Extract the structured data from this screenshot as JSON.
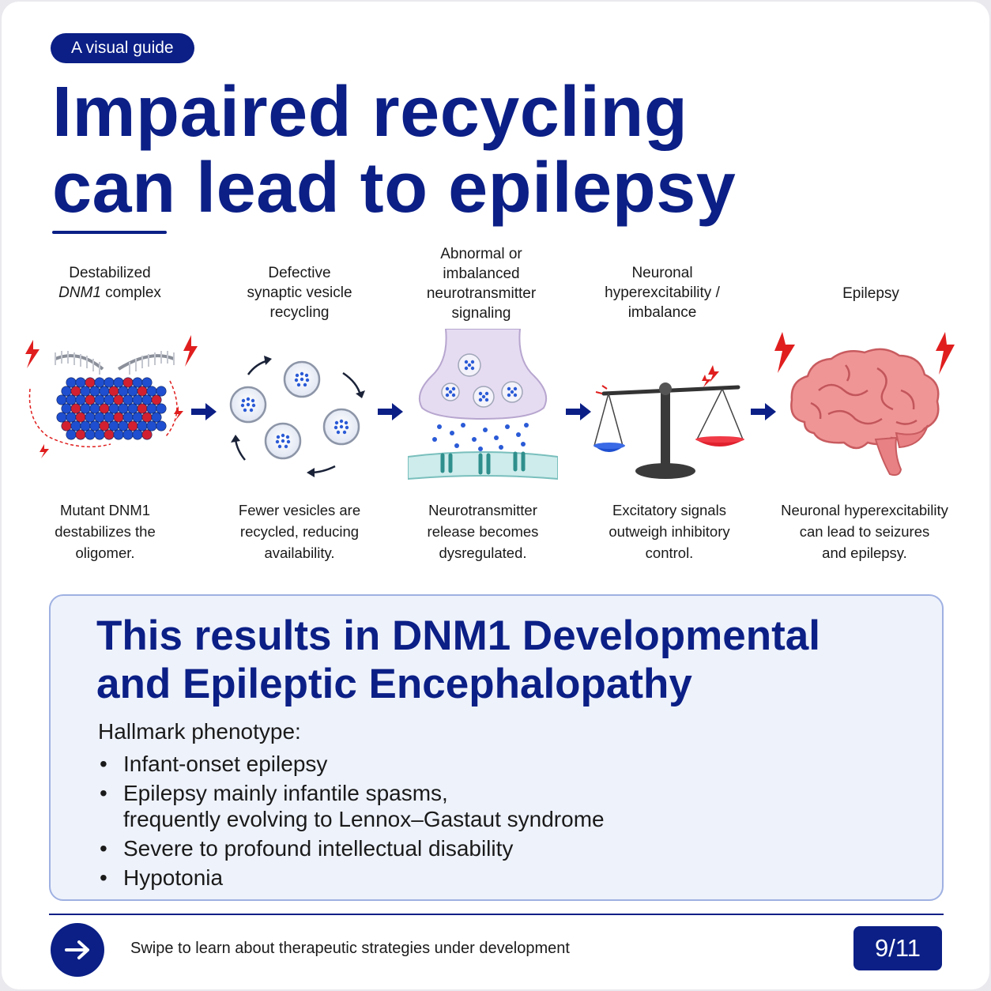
{
  "badge": "A visual guide",
  "title_line1": "Impaired recycling",
  "title_line2": "can lead to epilepsy",
  "steps": [
    {
      "title_lines": [
        "Destabilized",
        "DNM1 complex"
      ],
      "title_italic": "DNM1",
      "desc_lines": [
        "Mutant DNM1",
        "destabilizes the",
        "oligomer."
      ]
    },
    {
      "title_lines": [
        "Defective",
        "synaptic vesicle",
        "recycling"
      ],
      "desc_lines": [
        "Fewer vesicles are",
        "recycled, reducing",
        "availability."
      ]
    },
    {
      "title_lines": [
        "Abnormal or",
        "imbalanced",
        "neurotransmitter",
        "signaling"
      ],
      "desc_lines": [
        "Neurotransmitter",
        "release becomes",
        "dysregulated."
      ]
    },
    {
      "title_lines": [
        "Neuronal",
        "hyperexcitability /",
        "imbalance"
      ],
      "desc_lines": [
        "Excitatory signals",
        "outweigh inhibitory",
        "control."
      ]
    },
    {
      "title_lines": [
        "Epilepsy"
      ],
      "desc_lines": [
        "Neuronal hyperexcitability",
        "can lead to seizures",
        "and epilepsy."
      ]
    }
  ],
  "result": {
    "title_line1": "This results in DNM1 Developmental",
    "title_line2": "and Epileptic Encephalopathy",
    "hallmark_label": "Hallmark phenotype:",
    "bullets": [
      {
        "lines": [
          "Infant-onset epilepsy"
        ]
      },
      {
        "lines": [
          "Epilepsy mainly infantile spasms,",
          "frequently evolving to Lennox–Gastaut syndrome"
        ]
      },
      {
        "lines": [
          "Severe to profound intellectual disability"
        ]
      },
      {
        "lines": [
          "Hypotonia"
        ]
      }
    ]
  },
  "footer": {
    "text": "Swipe to learn about therapeutic strategies under development",
    "page": "9/11",
    "next_icon": "arrow-right-icon"
  },
  "colors": {
    "navy": "#0b1f86",
    "bead_blue": "#1f4fd0",
    "bead_red": "#d22030",
    "scale_blue": "#1f4fd0",
    "scale_red": "#e0212e",
    "brain_pink": "#ef8d8f",
    "lightning_red": "#e01e1e"
  }
}
